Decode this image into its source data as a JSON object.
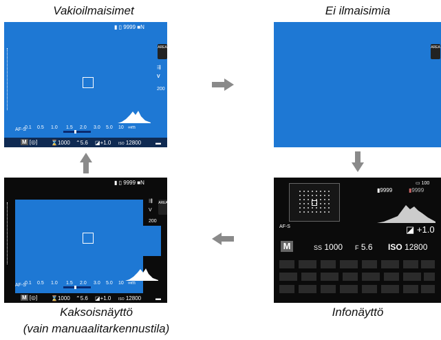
{
  "captions": {
    "standard": "Vakioilmaisimet",
    "none": "Ei ilmaisimia",
    "dual": "Kaksoisnäyttö",
    "dual_note": "(vain manuaalitarkennustila)",
    "info": "Infonäyttö"
  },
  "screen_top": {
    "frames": "9999",
    "quality": "N",
    "area_label": "AREA",
    "film_iso": "200",
    "af_mode": "AF-S",
    "scale": [
      "0.1",
      "0.5",
      "1.0",
      "1.5",
      "2.0",
      "3.0",
      "5.0",
      "10",
      "∞m"
    ],
    "mode": "M",
    "shutter": "1000",
    "aperture": "5.6",
    "exposure": "+1.0",
    "iso_label": "ISO",
    "iso": "12800"
  },
  "info_screen": {
    "battery": "100",
    "frames_left": "9999",
    "frames_right": "9999",
    "af_mode": "AF-S",
    "exposure": "+1.0",
    "mode": "M",
    "ss_label": "SS",
    "shutter": "1000",
    "f_label": "F",
    "aperture": "5.6",
    "iso_label": "ISO",
    "iso": "12800"
  },
  "colors": {
    "lcd_blue": "#1e78d4",
    "arrow_gray": "#8a8a8a",
    "lcd_dark": "#0b0b0b"
  },
  "icons": [
    "arrow-right-icon",
    "arrow-down-icon",
    "arrow-left-icon",
    "arrow-up-icon"
  ]
}
